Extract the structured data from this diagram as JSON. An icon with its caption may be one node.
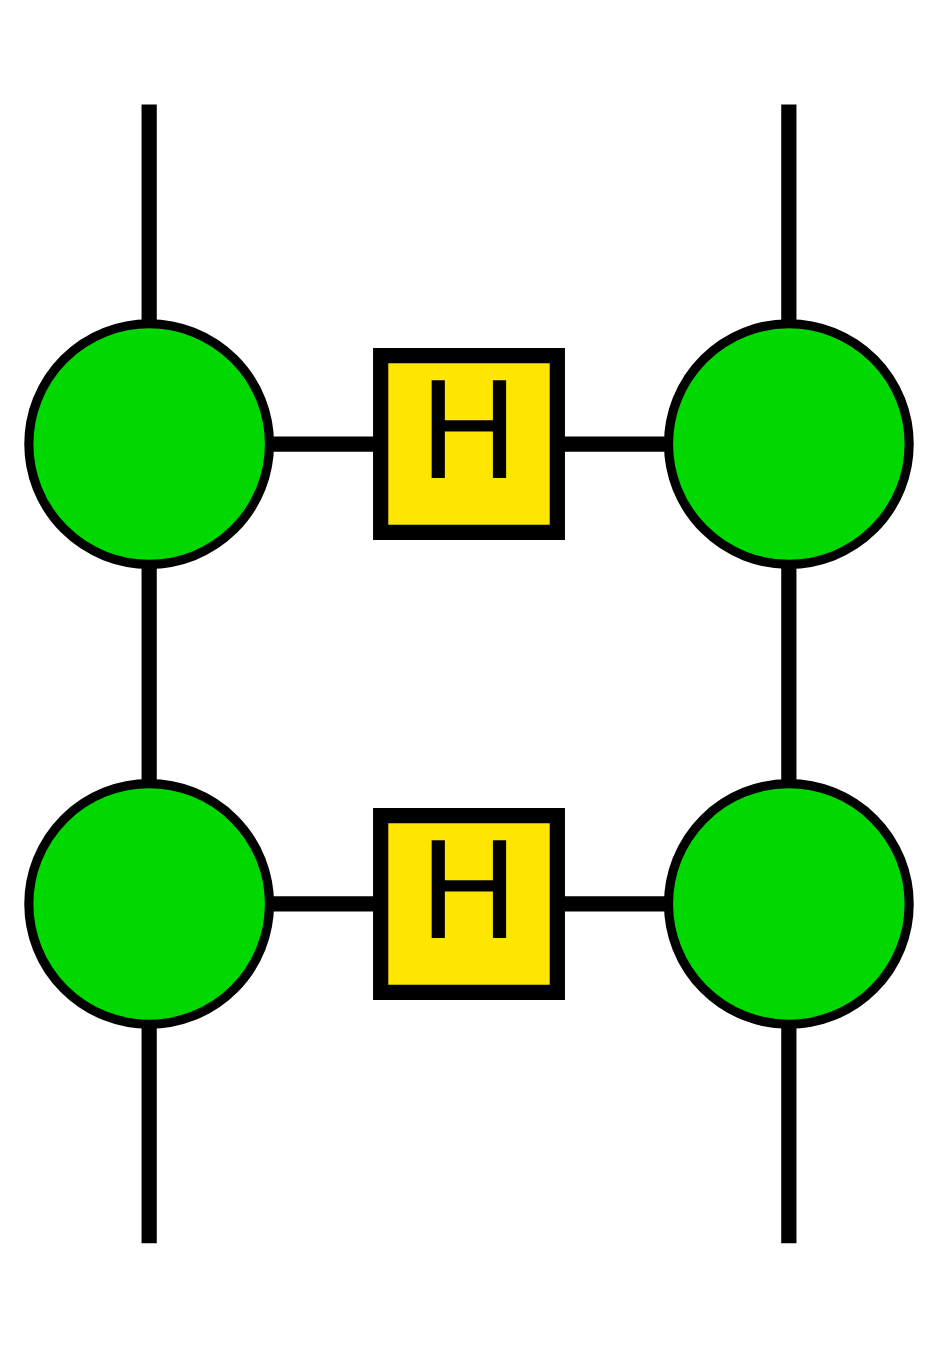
{
  "diagram": {
    "nodes": [
      {
        "text": [],
        "shape": "circle"
      },
      {
        "text": [
          "H"
        ]
      },
      {
        "text": [],
        "shape": "circle"
      },
      {
        "text": [],
        "shape": "circle"
      },
      {
        "text": [
          "H"
        ]
      },
      {
        "text": [],
        "shape": "circle"
      }
    ],
    "edges": [
      {
        "from": null,
        "to": 0,
        "arrow": "none"
      },
      {
        "from": null,
        "to": 2,
        "arrow": "none"
      },
      {
        "from": 0,
        "to": 1,
        "arrow": "none"
      },
      {
        "from": 1,
        "to": 2,
        "arrow": "none"
      },
      {
        "from": 0,
        "to": 3,
        "arrow": "none"
      },
      {
        "from": 2,
        "to": 5,
        "arrow": "none"
      },
      {
        "from": 3,
        "to": 4,
        "arrow": "none"
      },
      {
        "from": 4,
        "to": 5,
        "arrow": "none"
      },
      {
        "from": 3,
        "to": null,
        "arrow": "none"
      },
      {
        "from": 5,
        "to": null,
        "arrow": "none"
      }
    ]
  }
}
